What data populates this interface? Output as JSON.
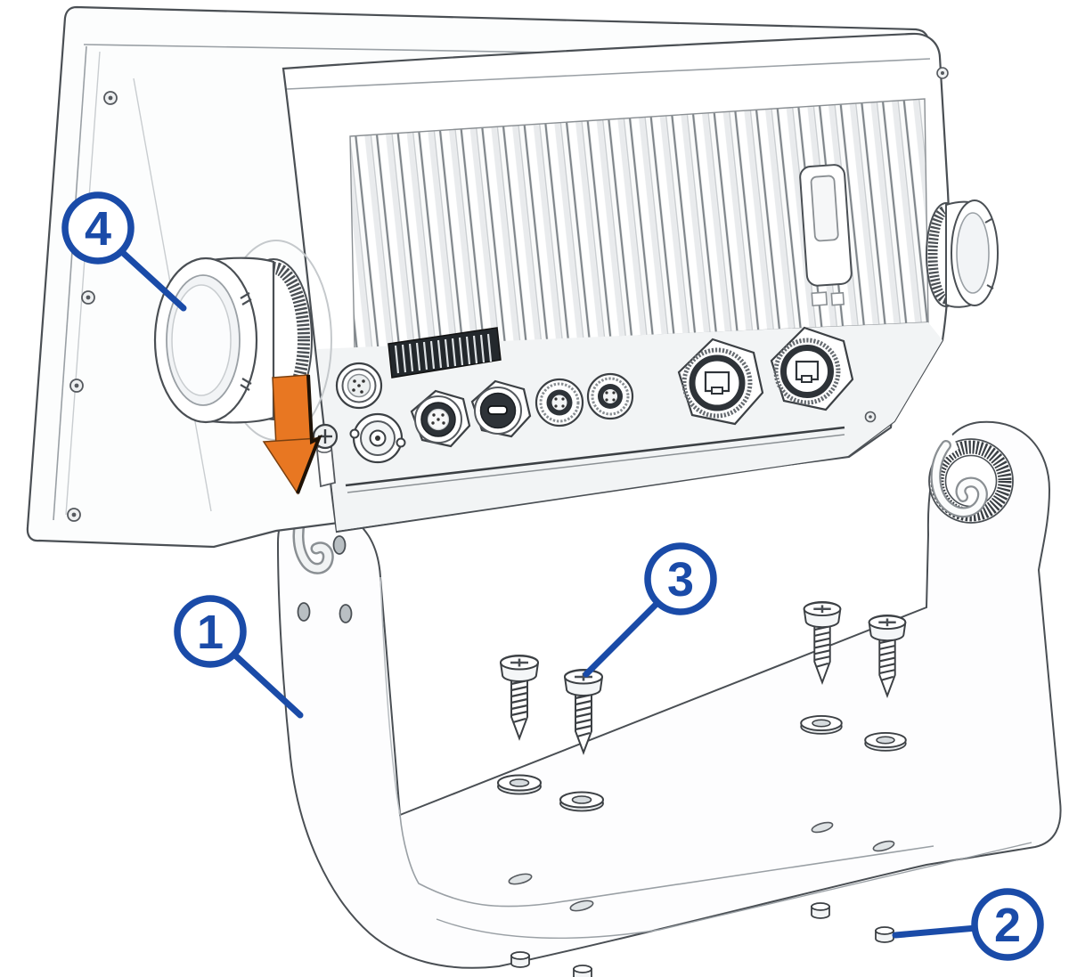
{
  "diagram": {
    "type": "hardware-installation-diagram",
    "depicts": "chartplotter rear view being lowered into a bail mount bracket with mounting hardware",
    "callouts": [
      {
        "number": "1",
        "target": "bail-mount-bracket"
      },
      {
        "number": "2",
        "target": "screw-cap"
      },
      {
        "number": "3",
        "target": "mounting-screw"
      },
      {
        "number": "4",
        "target": "adjustment-knob"
      }
    ],
    "hardware_counts": {
      "mounting_screws": 4,
      "washers": 4,
      "screw_caps": 4
    },
    "colors": {
      "callout_blue": "#1A4BA8",
      "arrow_orange": "#E87722",
      "outline_gray": "#4A4F54",
      "light_line": "#9AA0A5",
      "panel_shade": "#F2F4F5",
      "grille_dark": "#23282C"
    }
  }
}
